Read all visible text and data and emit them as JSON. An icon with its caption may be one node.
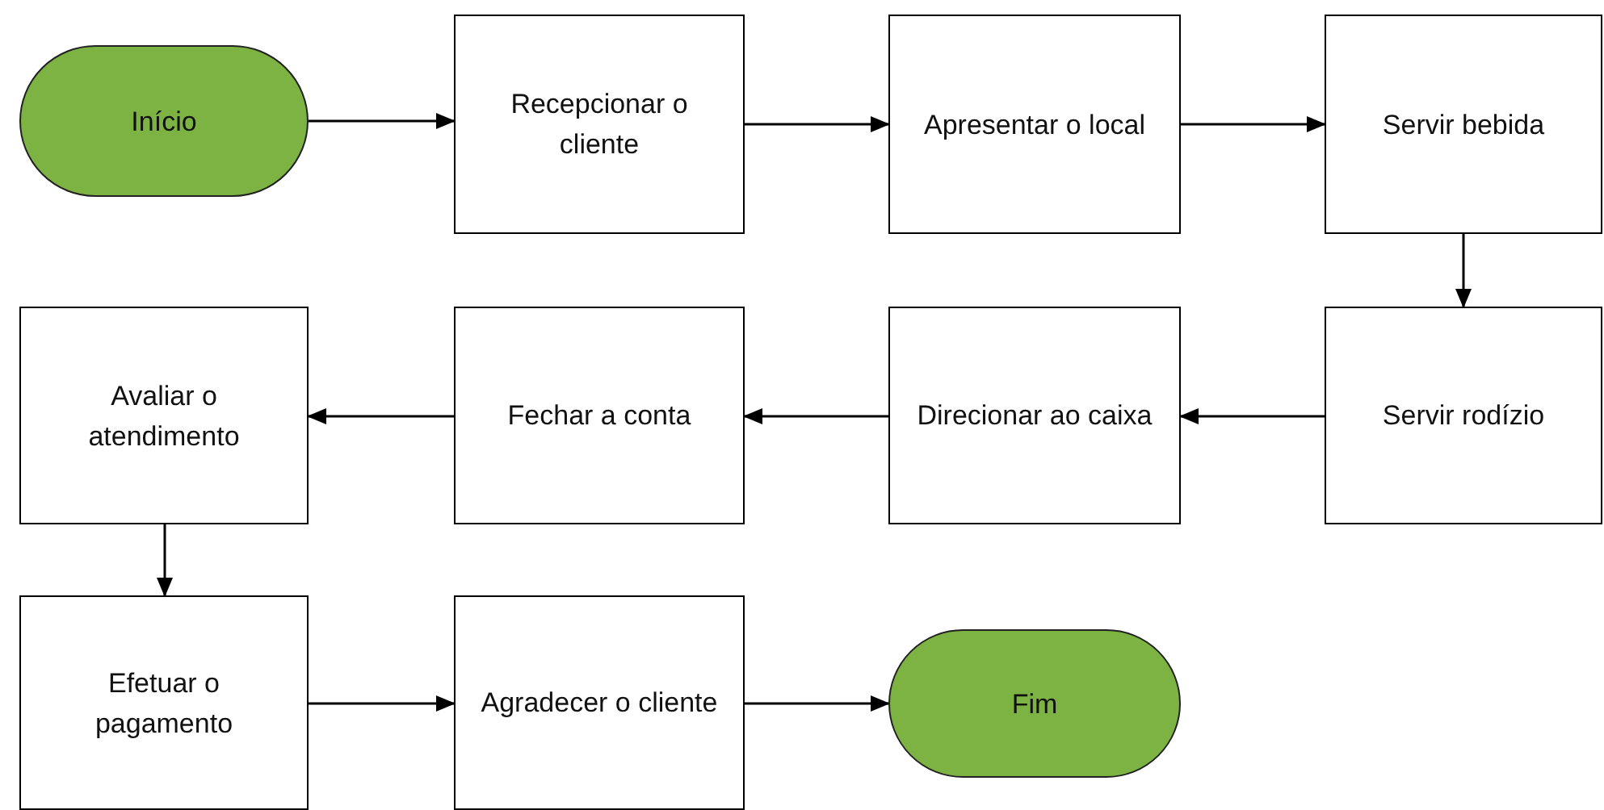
{
  "diagram": {
    "nodes": [
      {
        "text": [
          "Início"
        ]
      },
      {
        "text": [
          "Recepcionar o cliente"
        ]
      },
      {
        "text": [
          "Apresentar o local"
        ]
      },
      {
        "text": [
          "Servir bebida"
        ]
      },
      {
        "text": [
          "Servir rodízio"
        ]
      },
      {
        "text": [
          "Direcionar ao caixa"
        ]
      },
      {
        "text": [
          "Fechar a conta"
        ]
      },
      {
        "text": [
          "Avaliar o atendimento"
        ]
      },
      {
        "text": [
          "Efetuar o pagamento"
        ]
      },
      {
        "text": [
          "Agradecer o cliente"
        ]
      },
      {
        "text": [
          "Fim"
        ]
      }
    ],
    "edges": [
      {
        "from": 0,
        "to": 1,
        "arrow": "to"
      },
      {
        "from": 1,
        "to": 2,
        "arrow": "to"
      },
      {
        "from": 2,
        "to": 3,
        "arrow": "to"
      },
      {
        "from": 3,
        "to": 4,
        "arrow": "to"
      },
      {
        "from": 4,
        "to": 5,
        "arrow": "to"
      },
      {
        "from": 5,
        "to": 6,
        "arrow": "to"
      },
      {
        "from": 6,
        "to": 7,
        "arrow": "to"
      },
      {
        "from": 7,
        "to": 8,
        "arrow": "to"
      },
      {
        "from": 8,
        "to": 9,
        "arrow": "to"
      },
      {
        "from": 9,
        "to": 10,
        "arrow": "to"
      }
    ]
  }
}
